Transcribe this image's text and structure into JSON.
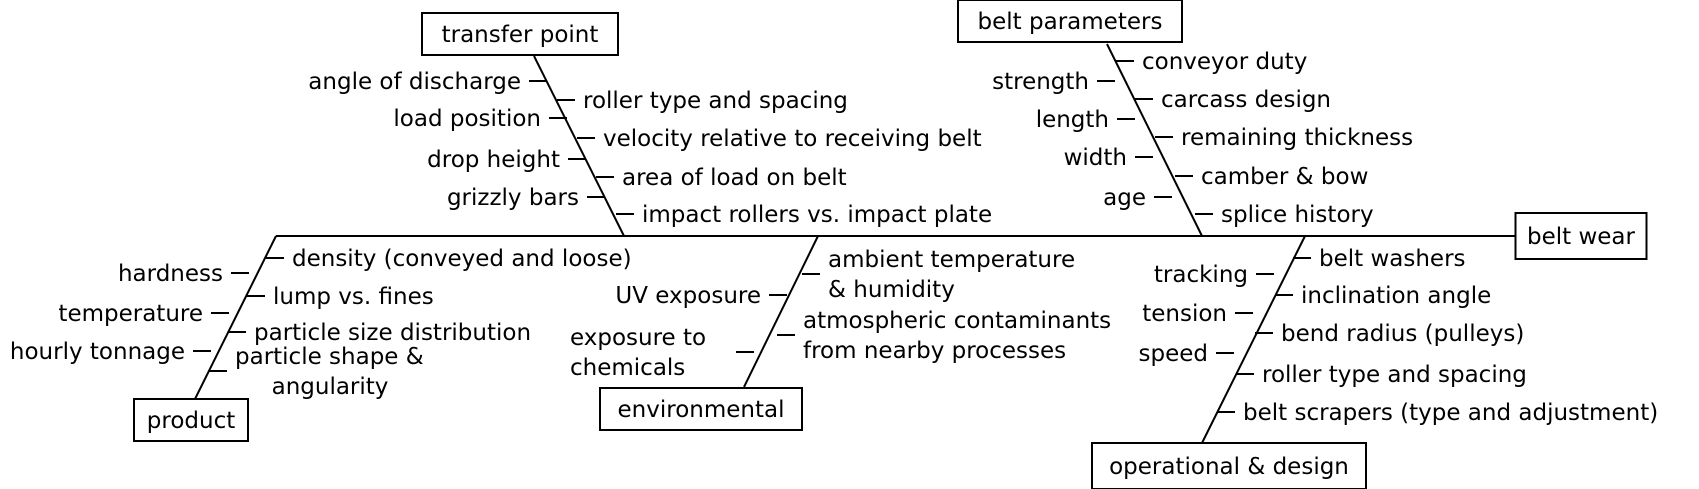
{
  "effect": "belt wear",
  "categories": {
    "transfer_point": {
      "title": "transfer point",
      "left_causes": [
        "angle of discharge",
        "load position",
        "drop height",
        "grizzly bars"
      ],
      "right_causes": [
        "roller type and spacing",
        "velocity relative to receiving belt",
        "area of load on belt",
        "impact rollers vs. impact plate"
      ]
    },
    "belt_parameters": {
      "title": "belt parameters",
      "left_causes": [
        "strength",
        "length",
        "width",
        "age"
      ],
      "right_causes": [
        "conveyor duty",
        "carcass design",
        "remaining thickness",
        "camber & bow",
        "splice history"
      ]
    },
    "product": {
      "title": "product",
      "left_causes": [
        "hardness",
        "temperature",
        "hourly tonnage"
      ],
      "right_causes": [
        "density (conveyed and loose)",
        "lump vs. fines",
        "particle size distribution",
        [
          "particle shape &",
          "angularity"
        ]
      ]
    },
    "environmental": {
      "title": "environmental",
      "left_causes": [
        "UV exposure",
        [
          "exposure to",
          "chemicals"
        ]
      ],
      "right_causes": [
        [
          "ambient temperature",
          "& humidity"
        ],
        [
          "atmospheric contaminants",
          "from nearby processes"
        ]
      ]
    },
    "operational_design": {
      "title": "operational & design",
      "left_causes": [
        "tracking",
        "tension",
        "speed"
      ],
      "right_causes": [
        "belt washers",
        "inclination angle",
        "bend radius (pulleys)",
        "roller type and spacing",
        "belt scrapers (type and adjustment)"
      ]
    }
  }
}
